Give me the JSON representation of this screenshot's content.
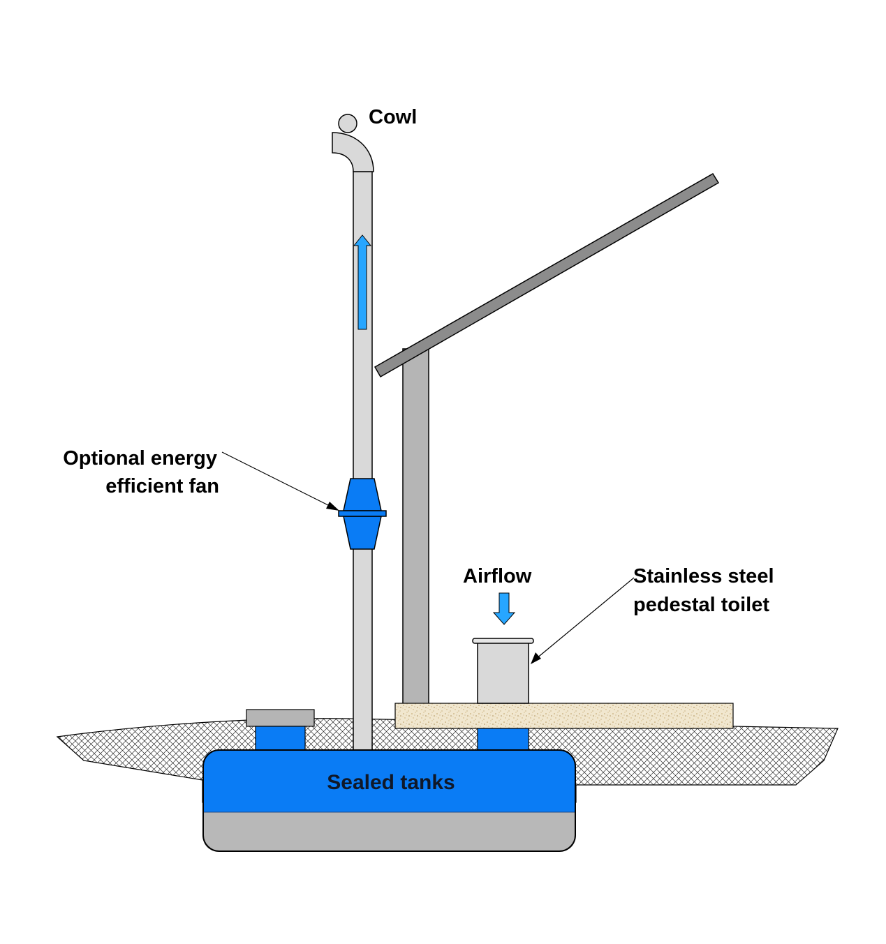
{
  "labels": {
    "cowl": "Cowl",
    "fan_line1": "Optional energy",
    "fan_line2": "efficient fan",
    "airflow": "Airflow",
    "toilet_line1": "Stainless steel",
    "toilet_line2": "pedestal toilet",
    "tank": "Sealed tanks"
  },
  "colors": {
    "pipe": "#d9d9d9",
    "blue": "#0a7cf5",
    "arrow_blue": "#27a6ff",
    "roof": "#8c8c8c",
    "post": "#b5b5b5",
    "tank_bottom": "#b8b8b8",
    "slab": "#efe4c8",
    "outline": "#000000"
  },
  "icons": {
    "up_arrow": "arrow-up-icon",
    "down_arrow": "arrow-down-icon"
  }
}
